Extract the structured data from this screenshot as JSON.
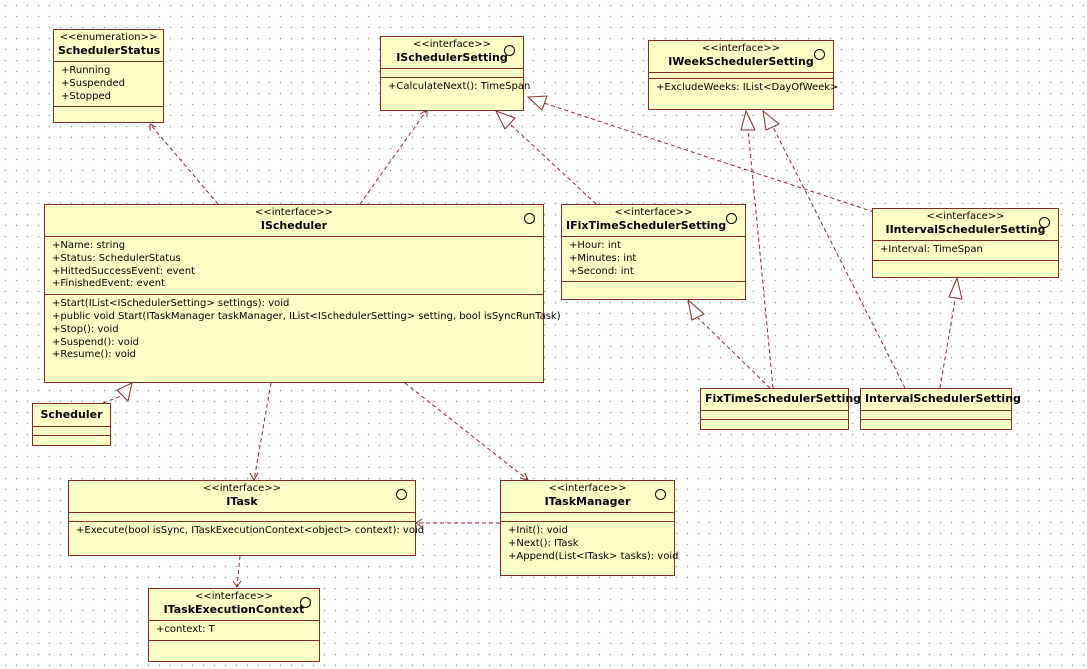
{
  "classes": {
    "scheduler_status": {
      "stereotype": "<<enumeration>>",
      "name": "SchedulerStatus",
      "attributes": [
        "+Running",
        "+Suspended",
        "+Stopped"
      ]
    },
    "ischeduler_setting": {
      "stereotype": "<<interface>>",
      "name": "ISchedulerSetting",
      "operations": [
        "+CalculateNext(): TimeSpan"
      ]
    },
    "iweek_scheduler_setting": {
      "stereotype": "<<interface>>",
      "name": "IWeekSchedulerSetting",
      "operations": [
        "+ExcludeWeeks: IList<DayOfWeek>"
      ]
    },
    "ischeduler": {
      "stereotype": "<<interface>>",
      "name": "IScheduler",
      "attributes": [
        "+Name: string",
        "+Status: SchedulerStatus",
        "+HittedSuccessEvent: event",
        "+FinishedEvent: event"
      ],
      "operations": [
        "+Start(IList<ISchedulerSetting> settings): void",
        "+public void Start(ITaskManager taskManager, IList<ISchedulerSetting> setting, bool isSyncRunTask)",
        "+Stop(): void",
        "+Suspend(): void",
        "+Resume(): void"
      ]
    },
    "ifix_time_scheduler_setting": {
      "stereotype": "<<interface>>",
      "name": "IFixTimeSchedulerSetting",
      "attributes": [
        "+Hour: int",
        "+Minutes: int",
        "+Second: int"
      ]
    },
    "iinterval_scheduler_setting": {
      "stereotype": "<<interface>>",
      "name": "IIntervalSchedulerSetting",
      "attributes": [
        "+Interval: TimeSpan"
      ]
    },
    "scheduler": {
      "name": "Scheduler"
    },
    "fix_time_scheduler_setting": {
      "name": "FixTimeSchedulerSetting"
    },
    "interval_scheduler_setting": {
      "name": "IntervalSchedulerSetting"
    },
    "itask": {
      "stereotype": "<<interface>>",
      "name": "ITask",
      "operations": [
        "+Execute(bool isSync, ITaskExecutionContext<object> context): void"
      ]
    },
    "itask_manager": {
      "stereotype": "<<interface>>",
      "name": "ITaskManager",
      "operations": [
        "+Init(): void",
        "+Next(): ITask",
        "+Append(List<ITask> tasks): void"
      ]
    },
    "itask_execution_context": {
      "stereotype": "<<interface>>",
      "name": "ITaskExecutionContext",
      "attributes": [
        "+context: T"
      ]
    }
  },
  "colors": {
    "box_fill": "#ffffc6",
    "box_border": "#862a2a",
    "link": "#862a2a",
    "background": "#ffffff"
  }
}
